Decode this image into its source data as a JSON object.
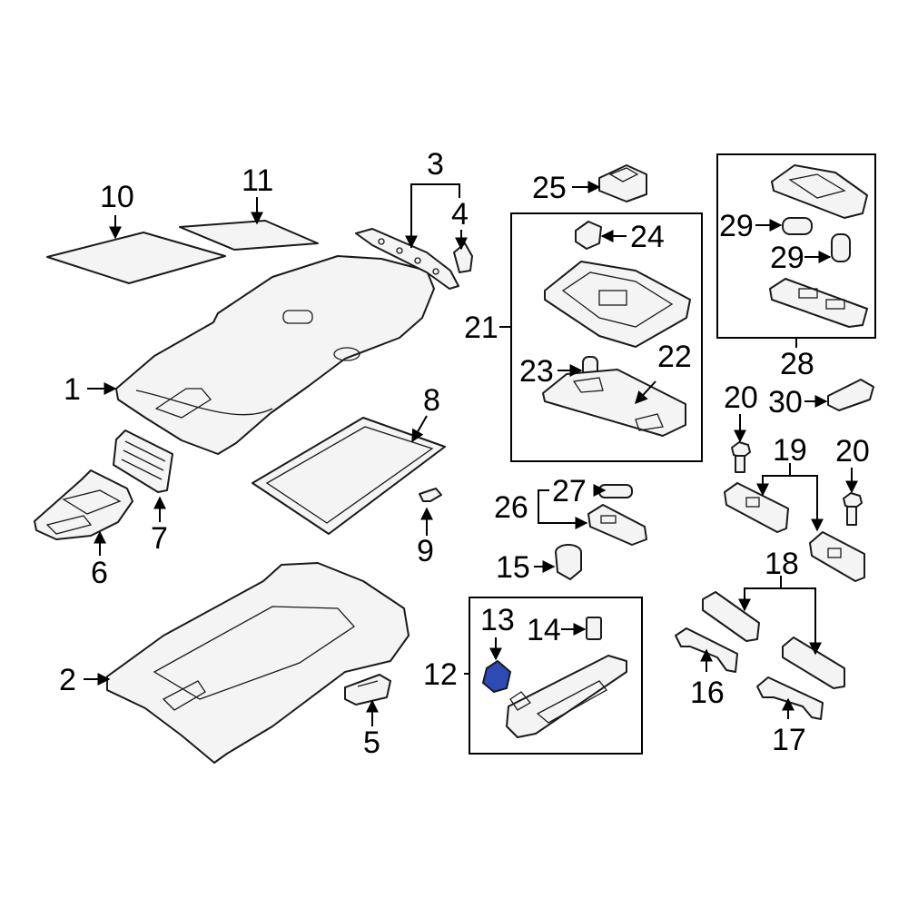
{
  "highlight_color": "#2c4bb5",
  "callouts": {
    "c1": "1",
    "c2": "2",
    "c3": "3",
    "c4": "4",
    "c5": "5",
    "c6": "6",
    "c7": "7",
    "c8": "8",
    "c9": "9",
    "c10": "10",
    "c11": "11",
    "c12": "12",
    "c13": "13",
    "c14": "14",
    "c15": "15",
    "c16": "16",
    "c17": "17",
    "c18": "18",
    "c19": "19",
    "c20a": "20",
    "c20b": "20",
    "c21": "21",
    "c22": "22",
    "c23": "23",
    "c24": "24",
    "c25": "25",
    "c26": "26",
    "c27": "27",
    "c28": "28",
    "c29a": "29",
    "c29b": "29",
    "c30": "30"
  }
}
